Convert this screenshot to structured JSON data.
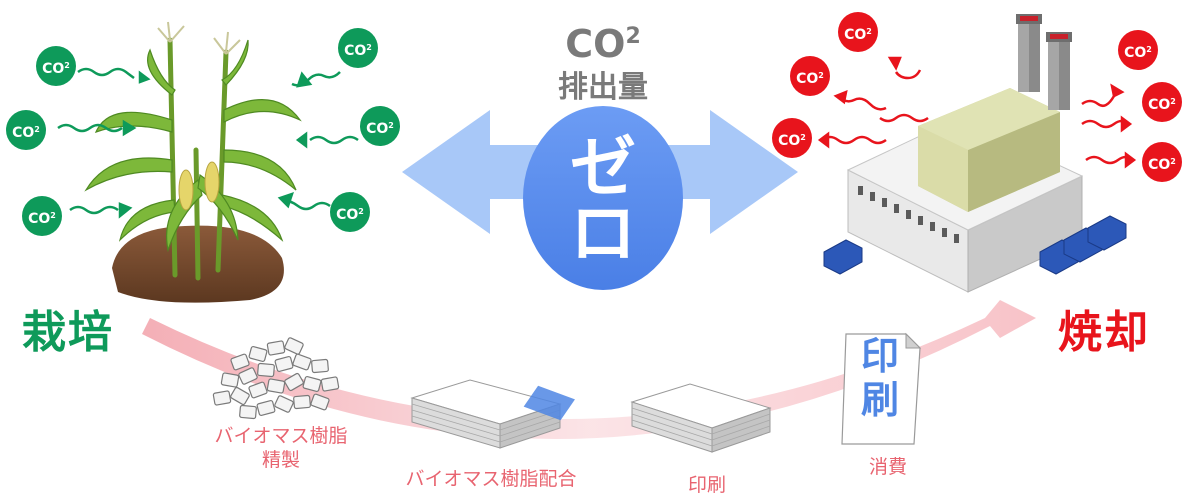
{
  "center": {
    "co2_text": "CO",
    "co2_sup": "2",
    "emission_label": "排出量",
    "zero_label": "ゼロ"
  },
  "labels": {
    "cultivation": "栽培",
    "incineration": "焼却"
  },
  "steps": [
    {
      "line1": "バイオマス樹脂",
      "line2": "精製"
    },
    {
      "line1": "バイオマス樹脂配合"
    },
    {
      "line1": "印刷"
    },
    {
      "line1": "消費"
    }
  ],
  "printed_mark": "印刷",
  "badge": {
    "text": "CO",
    "sup": "2"
  },
  "colors": {
    "green": "#0e9a5a",
    "red": "#e8141c",
    "blue_arrow": "#a8c8f8",
    "blue_oval": "#5b8ff0",
    "pink_arc": "#f6b8be",
    "gray_text": "#7a7a7a"
  }
}
